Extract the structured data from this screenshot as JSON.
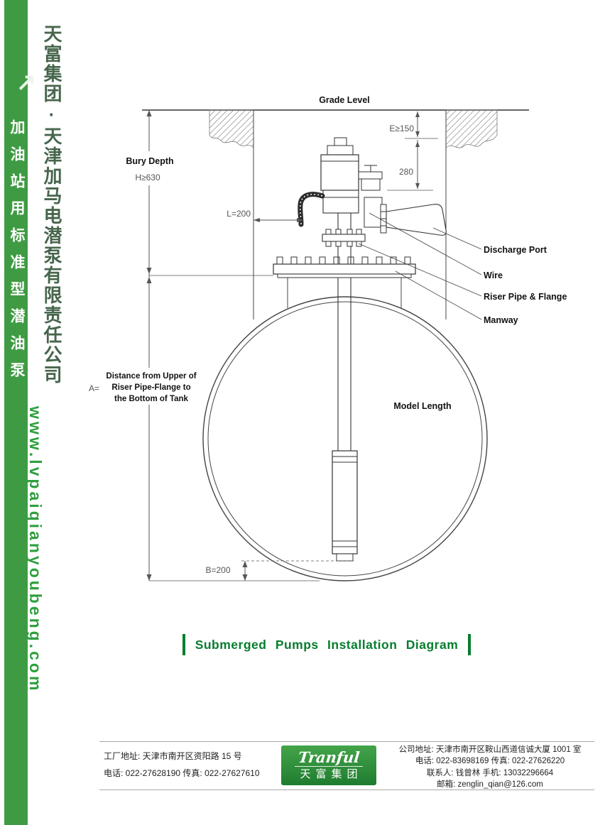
{
  "sidebar": {
    "company": "天富集团·天津加马电潜泵有限责任公司",
    "product": "加油站用标准型潜油泵",
    "website": "www.lvpaiqianyoubeng.com"
  },
  "diagram": {
    "grade_level": "Grade Level",
    "bury_depth": "Bury Depth",
    "h_value": "H≥630",
    "e_value": "E≥150",
    "top_value": "280",
    "l_value": "L=200",
    "b_value": "B=200",
    "a_prefix": "A=",
    "a_line1": "Distance from Upper of",
    "a_line2": "Riser Pipe-Flange to",
    "a_line3": "the Bottom of Tank",
    "model_length": "Model Length",
    "discharge_port": "Discharge Port",
    "wire": "Wire",
    "riser_pipe": "Riser Pipe & Flange",
    "manway": "Manway"
  },
  "title": "Submerged Pumps Installation Diagram",
  "footer": {
    "factory_address": "工厂地址: 天津市南开区资阳路 15 号",
    "factory_contacts": "电话: 022-27628190  传真: 022-27627610",
    "logo_en": "Tranful",
    "logo_cn": "天富集团",
    "company_address": "公司地址: 天津市南开区鞍山西道信诚大厦 1001 室",
    "company_contacts": "电话: 022-83698169  传真: 022-27626220",
    "contact_person": "联系人: 钱曾林  手机: 13032296664",
    "email": "邮箱: zenglin_qian@126.com"
  }
}
